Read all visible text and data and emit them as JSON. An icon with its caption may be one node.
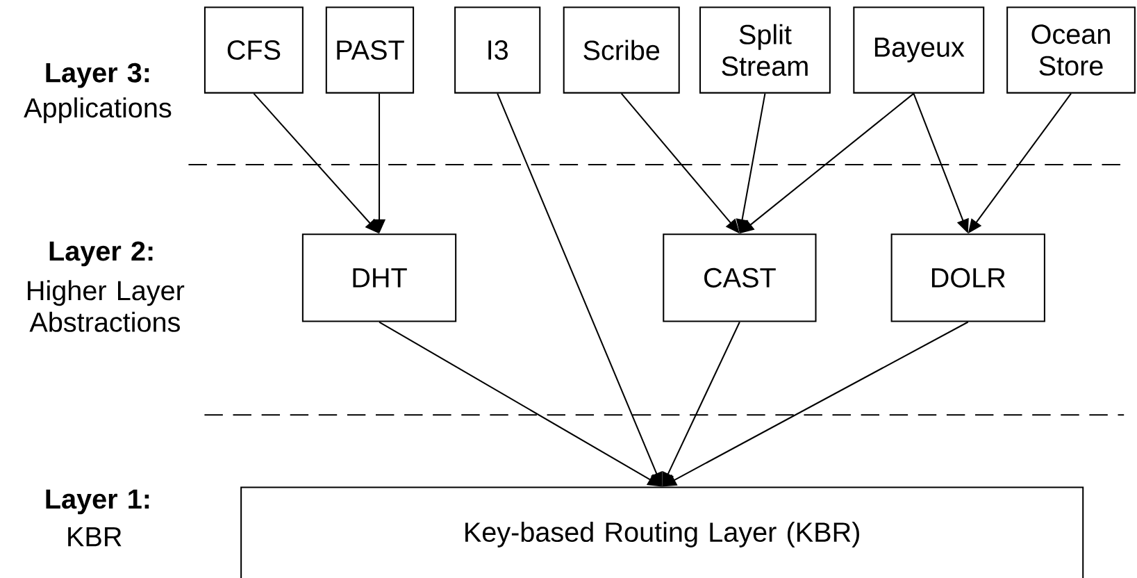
{
  "diagram": {
    "nodes": [
      {
        "text": [
          "CFS"
        ]
      },
      {
        "text": [
          "PAST"
        ]
      },
      {
        "text": [
          "I3"
        ]
      },
      {
        "text": [
          "Scribe"
        ]
      },
      {
        "text": [
          "Split Stream"
        ]
      },
      {
        "text": [
          "Bayeux"
        ]
      },
      {
        "text": [
          "Ocean Store"
        ]
      },
      {
        "text": [
          "DHT"
        ]
      },
      {
        "text": [
          "CAST"
        ]
      },
      {
        "text": [
          "DOLR"
        ]
      },
      {
        "text": [
          "Key-based Routing Layer (KBR)"
        ]
      }
    ],
    "edges": [
      {
        "from": 0,
        "to": 7,
        "arrow": "to"
      },
      {
        "from": 1,
        "to": 7,
        "arrow": "to"
      },
      {
        "from": 2,
        "to": 10,
        "arrow": "to"
      },
      {
        "from": 3,
        "to": 8,
        "arrow": "to"
      },
      {
        "from": 4,
        "to": 8,
        "arrow": "to"
      },
      {
        "from": 5,
        "to": 8,
        "arrow": "to"
      },
      {
        "from": 5,
        "to": 9,
        "arrow": "to"
      },
      {
        "from": 6,
        "to": 9,
        "arrow": "to"
      },
      {
        "from": 7,
        "to": 10,
        "arrow": "to"
      },
      {
        "from": 8,
        "to": 10,
        "arrow": "to"
      },
      {
        "from": 9,
        "to": 10,
        "arrow": "to"
      }
    ],
    "labels": [
      "Layer 3:",
      "Applications",
      "Layer 2:",
      "Higher Layer Abstractions",
      "Layer 1:",
      "KBR"
    ]
  }
}
